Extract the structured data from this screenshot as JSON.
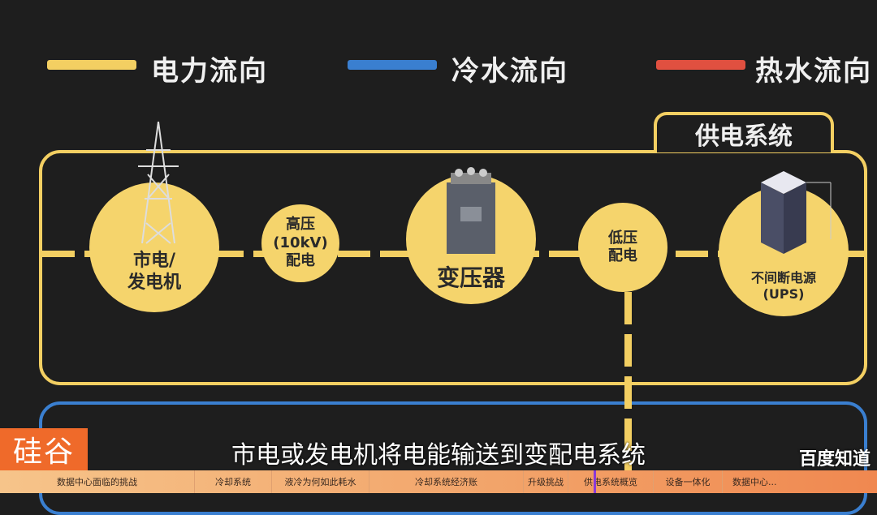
{
  "legend": [
    {
      "label": "电力流向",
      "color": "#f3cf62"
    },
    {
      "label": "冷水流向",
      "color": "#3a7fd0"
    },
    {
      "label": "热水流向",
      "color": "#e05040"
    }
  ],
  "section_title": "供电系统",
  "nodes": [
    {
      "label": "市电/\n发电机",
      "icon": "power-tower-icon"
    },
    {
      "label": "高压\n(10kV)\n配电"
    },
    {
      "label": "变压器",
      "icon": "transformer-icon"
    },
    {
      "label": "低压\n配电"
    },
    {
      "label": "不间断电源\n(UPS)",
      "icon": "server-rack-icon"
    }
  ],
  "subtitle": "市电或发电机将电能输送到变配电系统",
  "logo": "硅谷",
  "nav": [
    "数据中心面临的挑战",
    "冷却系统",
    "液冷为何如此耗水",
    "冷却系统经济账",
    "升级挑战",
    "供电系统概览",
    "设备一体化",
    "数据中心..."
  ],
  "watermark": "百度知道"
}
